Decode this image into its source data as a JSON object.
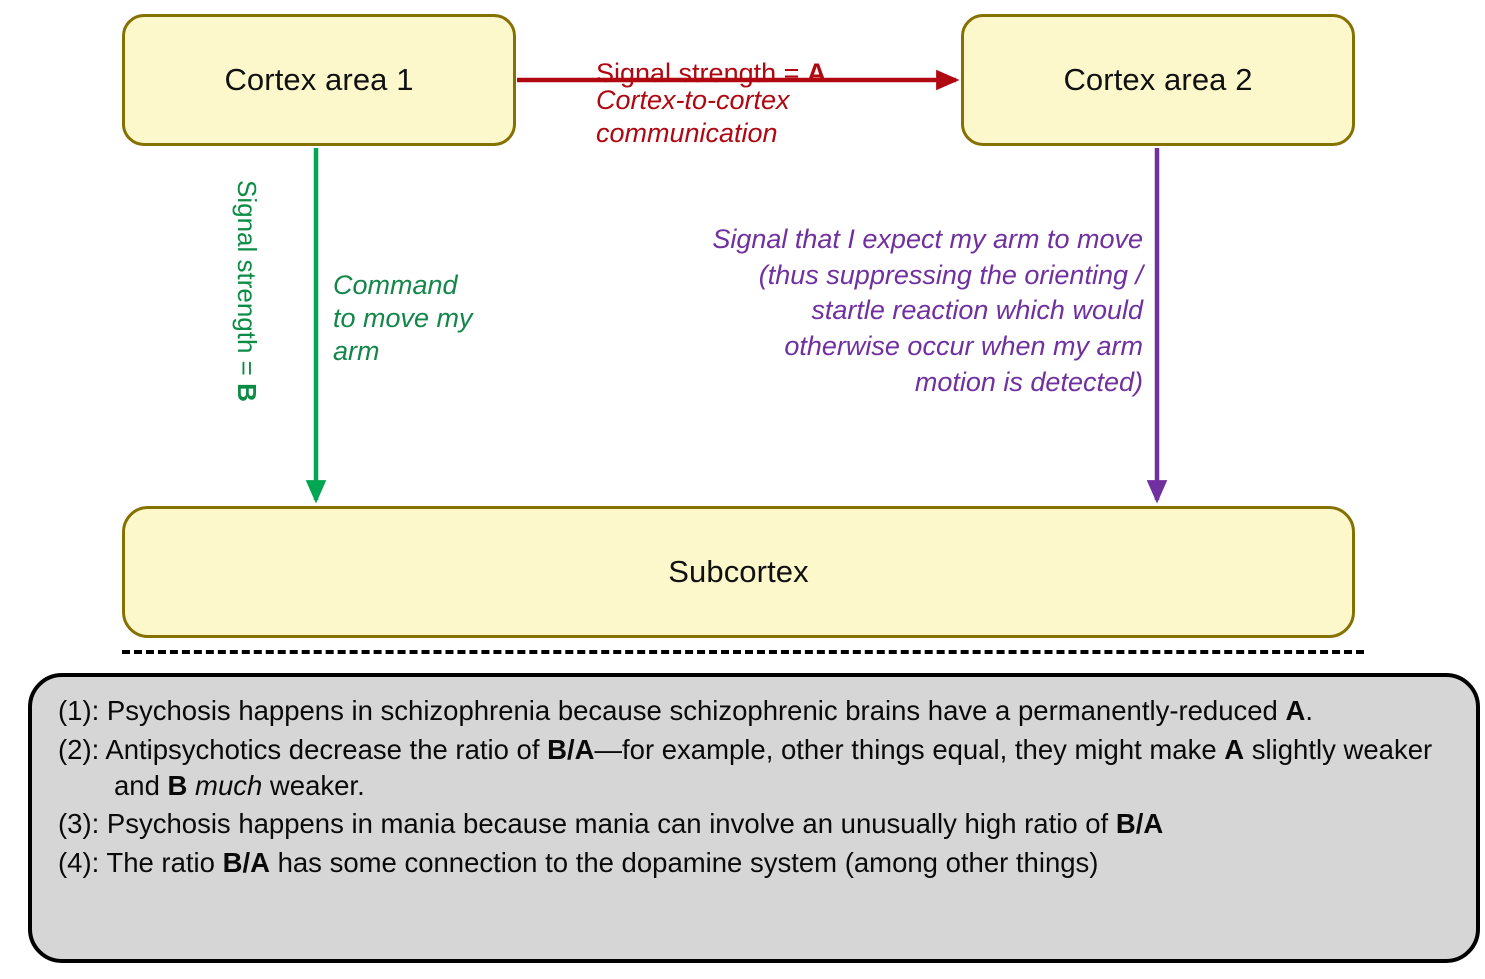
{
  "diagram": {
    "nodes": [
      {
        "id": "cortex-area-1",
        "label": "Cortex area 1"
      },
      {
        "id": "cortex-area-2",
        "label": "Cortex area 2"
      },
      {
        "id": "subcortex",
        "label": "Subcortex"
      }
    ],
    "edges": {
      "cortex_to_cortex": {
        "color": "#B00711",
        "strength_label_prefix": "Signal strength = ",
        "strength_label_symbol": "A",
        "description": "Cortex-to-cortex\ncommunication",
        "from": "Cortex area 1",
        "to": "Cortex area 2"
      },
      "cortex1_to_subcortex": {
        "color": "#0C8C45",
        "strength_label_prefix": "Signal strength = ",
        "strength_label_symbol": "B",
        "description": "Command\nto move my\narm",
        "from": "Cortex area 1",
        "to": "Subcortex"
      },
      "cortex2_to_subcortex": {
        "color": "#7030A0",
        "description": "Signal that I expect my arm to move (thus suppressing the orienting / startle reaction which would otherwise occur when my arm motion is detected)",
        "from": "Cortex area 2",
        "to": "Subcortex"
      }
    },
    "colors": {
      "node_fill": "#FCF8CC",
      "node_border": "#857100",
      "red": "#B00711",
      "green": "#0C8C45",
      "green_line": "#00A651",
      "purple": "#7030A0",
      "notes_fill": "#D6D6D6",
      "notes_border": "#000000"
    }
  },
  "notes": {
    "items": [
      {
        "number": "(1):",
        "parts": [
          {
            "text": "Psychosis happens in schizophrenia because schizophrenic brains have a permanently-reduced ",
            "style": "normal"
          },
          {
            "text": "A",
            "style": "bold"
          },
          {
            "text": ".",
            "style": "normal"
          }
        ]
      },
      {
        "number": "(2):",
        "parts": [
          {
            "text": "Antipsychotics decrease the ratio of ",
            "style": "normal"
          },
          {
            "text": "B/A",
            "style": "bold"
          },
          {
            "text": "—for example, other things equal, they might make ",
            "style": "normal"
          },
          {
            "text": "A",
            "style": "bold"
          },
          {
            "text": " slightly weaker and ",
            "style": "normal"
          },
          {
            "text": "B",
            "style": "bold"
          },
          {
            "text": " ",
            "style": "normal"
          },
          {
            "text": "much",
            "style": "italic"
          },
          {
            "text": " weaker.",
            "style": "normal"
          }
        ]
      },
      {
        "number": "(3):",
        "parts": [
          {
            "text": "Psychosis happens in mania because mania can involve an unusually high ratio of ",
            "style": "normal"
          },
          {
            "text": "B/A",
            "style": "bold"
          }
        ]
      },
      {
        "number": "(4):",
        "parts": [
          {
            "text": "The ratio ",
            "style": "normal"
          },
          {
            "text": "B/A",
            "style": "bold"
          },
          {
            "text": " has some connection to the dopamine system (among other things)",
            "style": "normal"
          }
        ]
      }
    ]
  }
}
